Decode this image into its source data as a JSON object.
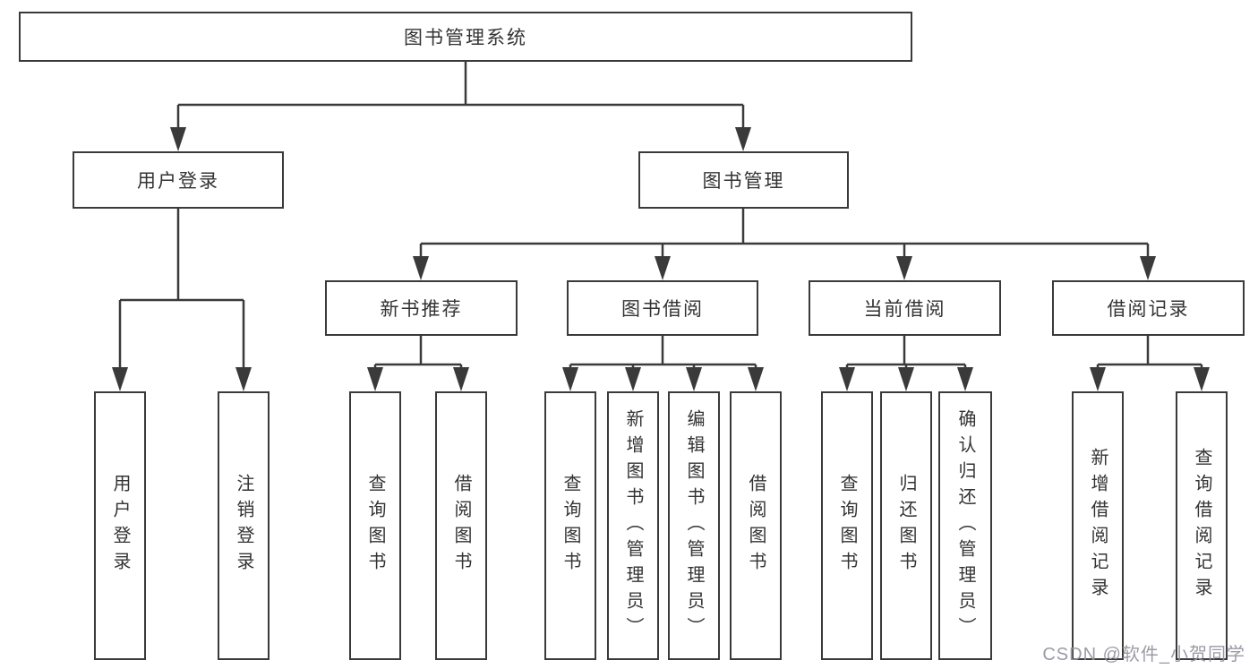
{
  "diagram": {
    "root": {
      "label": "图书管理系统"
    },
    "level2": [
      {
        "label": "用户登录"
      },
      {
        "label": "图书管理"
      }
    ],
    "level3": [
      {
        "label": "新书推荐",
        "parent": "图书管理"
      },
      {
        "label": "图书借阅",
        "parent": "图书管理"
      },
      {
        "label": "当前借阅",
        "parent": "图书管理"
      },
      {
        "label": "借阅记录",
        "parent": "图书管理"
      }
    ],
    "leaves": [
      {
        "label": "用户登录",
        "parent": "用户登录"
      },
      {
        "label": "注销登录",
        "parent": "用户登录"
      },
      {
        "label": "查询图书",
        "parent": "新书推荐"
      },
      {
        "label": "借阅图书",
        "parent": "新书推荐"
      },
      {
        "label": "查询图书",
        "parent": "图书借阅"
      },
      {
        "label": "新增图书（管理员）",
        "parent": "图书借阅"
      },
      {
        "label": "编辑图书（管理员）",
        "parent": "图书借阅"
      },
      {
        "label": "借阅图书",
        "parent": "图书借阅"
      },
      {
        "label": "查询图书",
        "parent": "当前借阅"
      },
      {
        "label": "归还图书",
        "parent": "当前借阅"
      },
      {
        "label": "确认归还（管理员）",
        "parent": "当前借阅"
      },
      {
        "label": "新增借阅记录",
        "parent": "借阅记录"
      },
      {
        "label": "查询借阅记录",
        "parent": "借阅记录"
      }
    ]
  },
  "watermark": {
    "text": "CSDN @软件_小贺同学"
  },
  "colors": {
    "line": "#3a3a3a",
    "text": "#333333",
    "box_background": "#ffffff",
    "watermark": "#93939e",
    "background": "#ffffff"
  }
}
